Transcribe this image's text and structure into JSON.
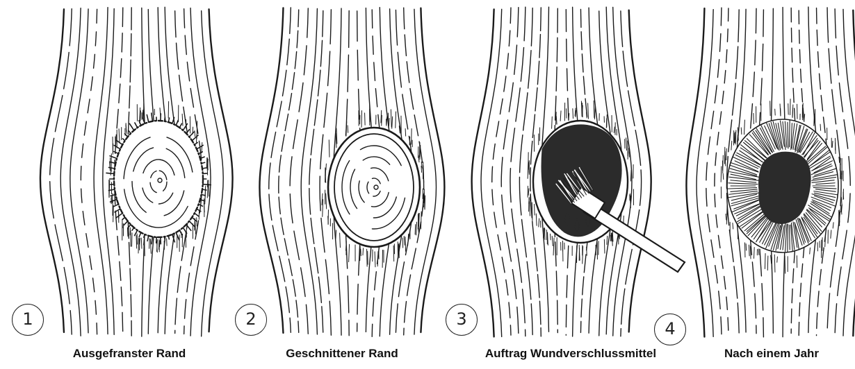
{
  "figure": {
    "panels": [
      {
        "number": "1",
        "caption": "Ausgefranster Rand",
        "state": "ragged-edge"
      },
      {
        "number": "2",
        "caption": "Geschnittener Rand",
        "state": "cut-edge"
      },
      {
        "number": "3",
        "caption": "Auftrag Wundverschlussmittel",
        "state": "sealant-applied"
      },
      {
        "number": "4",
        "caption": "Nach einem Jahr",
        "state": "callus-after-one-year"
      }
    ],
    "ink_color": "#1a1a1a",
    "sealant_color": "#2b2b2b",
    "background_color": "#ffffff"
  }
}
